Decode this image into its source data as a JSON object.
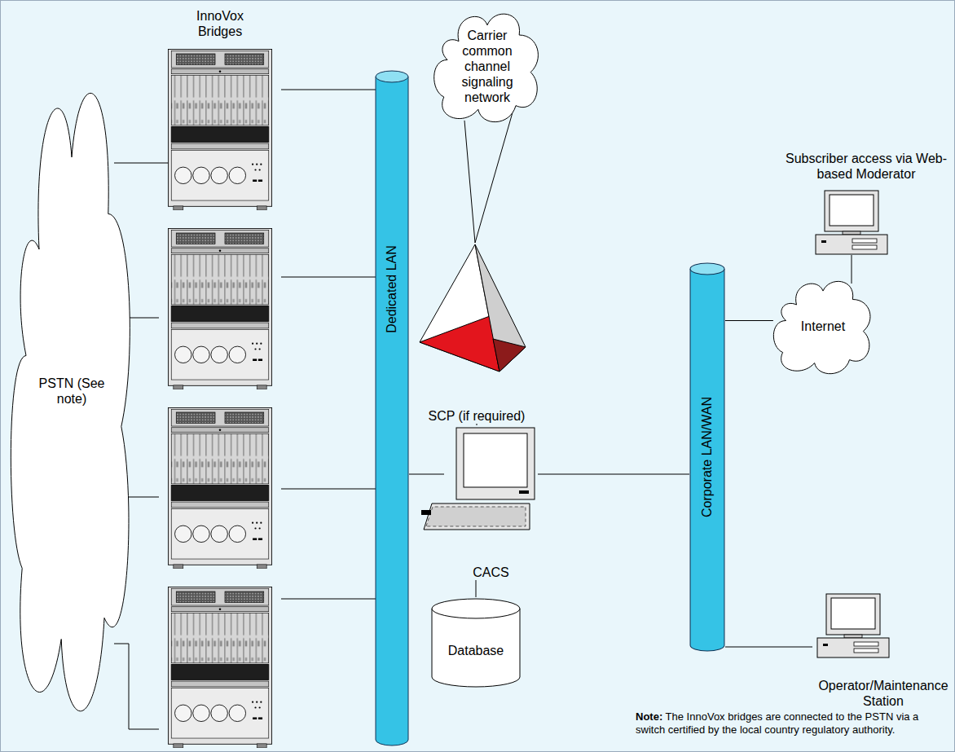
{
  "diagram": {
    "nodes": [
      {
        "text": [
          "PSTN (See note)"
        ]
      },
      {
        "text": [
          "Carrier common channel signaling network"
        ]
      },
      {
        "text": [
          "Dedicated LAN"
        ]
      },
      {
        "text": [
          "SCP (if required)"
        ]
      },
      {
        "text": [
          "CACS"
        ]
      },
      {
        "text": [
          "Database"
        ]
      },
      {
        "text": [
          "Corporate LAN/WAN"
        ]
      },
      {
        "text": [
          "Internet"
        ]
      },
      {
        "text": [
          "Subscriber access via Web-based Moderator"
        ]
      },
      {
        "text": [
          "Operator/Maintenance Station"
        ]
      }
    ],
    "edges": [
      {
        "from": 1,
        "to": 3,
        "arrow": "none"
      },
      {
        "from": 3,
        "to": 4,
        "arrow": "none"
      },
      {
        "from": 2,
        "to": 4,
        "arrow": "none"
      },
      {
        "from": 4,
        "to": 5,
        "arrow": "none"
      },
      {
        "from": 4,
        "to": 6,
        "arrow": "none"
      },
      {
        "from": 6,
        "to": 7,
        "arrow": "none"
      },
      {
        "from": 7,
        "to": 8,
        "arrow": "none"
      },
      {
        "from": 6,
        "to": 9,
        "arrow": "none"
      }
    ],
    "labels": [
      "InnoVox Bridges",
      "Note:",
      "The InnoVox bridges are connected to the PSTN via a switch certified by the local country regulatory authority."
    ]
  }
}
